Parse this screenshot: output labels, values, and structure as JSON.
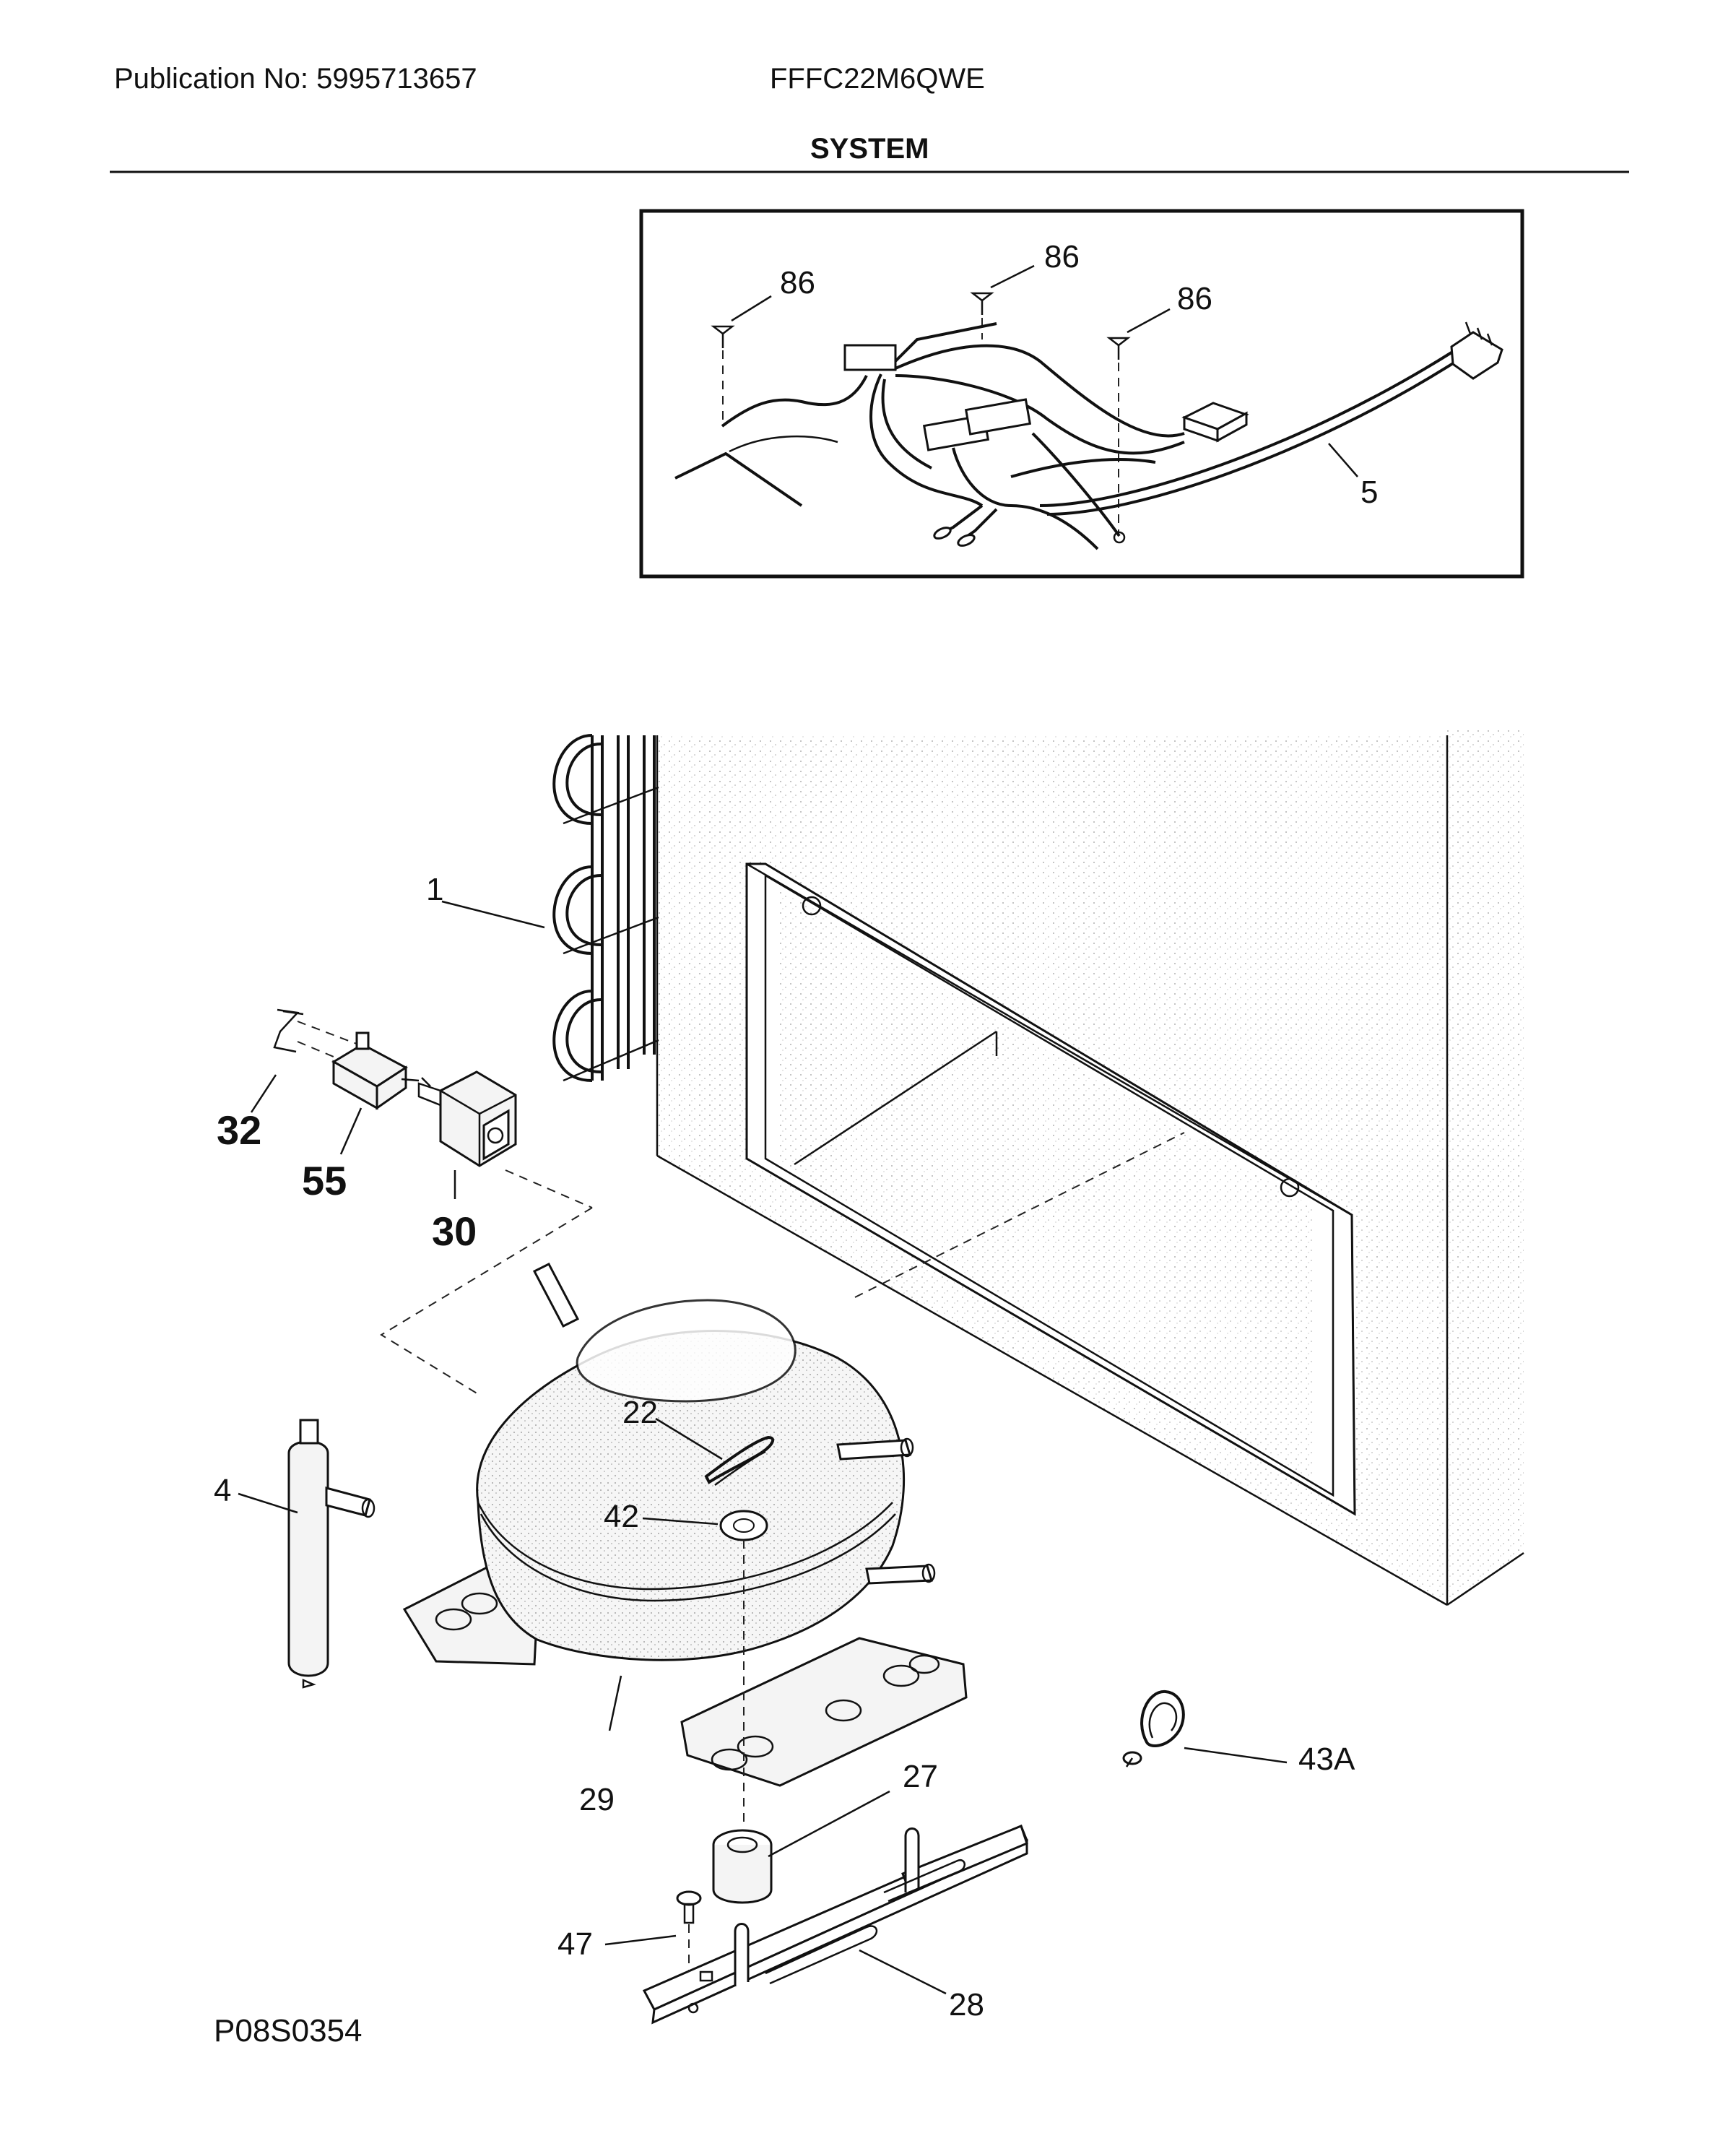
{
  "header": {
    "publication": "Publication No: 5995713657",
    "model": "FFFC22M6QWE",
    "section_title": "SYSTEM"
  },
  "inset": {
    "callouts": {
      "screw_a": "86",
      "screw_b": "86",
      "screw_c": "86",
      "harness": "5"
    }
  },
  "main": {
    "callouts": {
      "condenser": "1",
      "clip": "32",
      "overload": "55",
      "relay": "30",
      "drier": "4",
      "clip_22": "22",
      "grommet_42": "42",
      "compressor": "29",
      "grommet_27": "27",
      "bracket": "28",
      "screw_47": "47",
      "clamp": "43A"
    }
  },
  "footer": {
    "figure_code": "P08S0354"
  }
}
